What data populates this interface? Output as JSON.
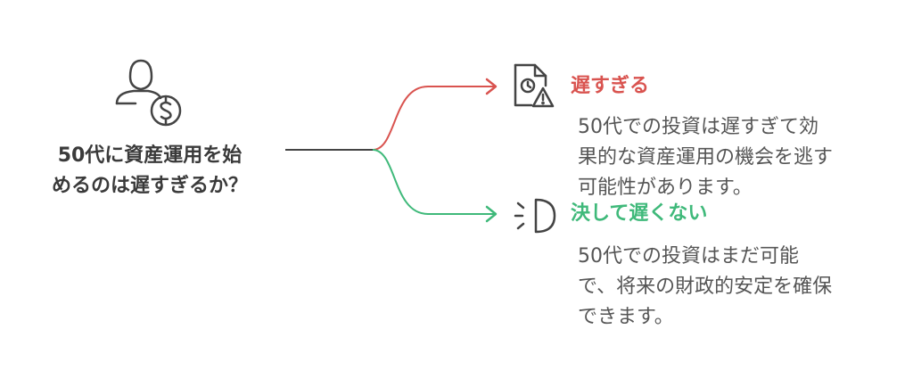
{
  "colors": {
    "late": "#d9534f",
    "ok": "#3fb97a",
    "text": "#555555",
    "title": "#3a3a3a",
    "icon": "#444444"
  },
  "root": {
    "icon": "person-dollar-icon",
    "lines": [
      "50代に資産運用を始",
      "めるのは遅すぎるか？"
    ]
  },
  "branches": [
    {
      "icon": "document-warning-icon",
      "title": "遅すぎる",
      "description": [
        "50代での投資は遅すぎて効",
        "果的な資産運用の機会を逃す",
        "可能性があります。"
      ]
    },
    {
      "icon": "sunrise-icon",
      "title": "決して遅くない",
      "description": [
        "50代での投資はまだ可能",
        "で、将来の財政的安定を確保",
        "できます。"
      ]
    }
  ]
}
